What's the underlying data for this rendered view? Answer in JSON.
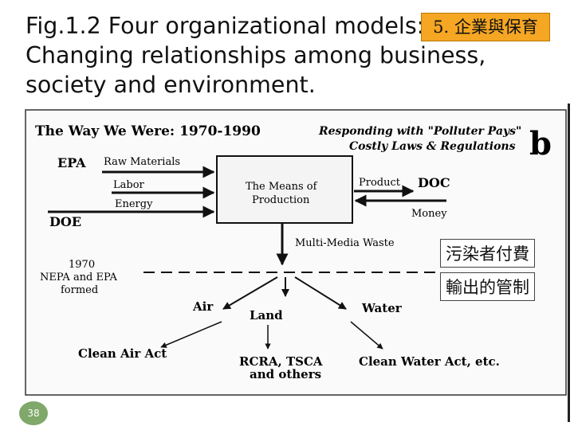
{
  "title": {
    "line1": "Fig.1.2 Four organizational models:",
    "line2": "Changing relationships among business,",
    "line3": "society and environment."
  },
  "chapter_tag": "5. 企業與保育",
  "diagram": {
    "heading_left": "The Way We Were: 1970-1990",
    "heading_right_line1": "Responding with \"Polluter Pays\"",
    "heading_right_line2": "Costly Laws & Regulations",
    "panel_letter": "b",
    "epa": "EPA",
    "doe": "DOE",
    "doc": "DOC",
    "inputs": [
      "Raw Materials",
      "Labor",
      "Energy"
    ],
    "box_line1": "The Means of",
    "box_line2": "Production",
    "product": "Product",
    "money": "Money",
    "waste": "Multi-Media Waste",
    "year": "1970",
    "nepa_line1": "NEPA and EPA",
    "nepa_line2": "formed",
    "air": "Air",
    "land": "Land",
    "water": "Water",
    "clean_air": "Clean Air Act",
    "rcra_line1": "RCRA, TSCA",
    "rcra_line2": "and others",
    "clean_water": "Clean Water Act, etc."
  },
  "annotations": {
    "polluter_pays": "污染者付費",
    "output_control": "輸出的管制"
  },
  "page_number": "38"
}
